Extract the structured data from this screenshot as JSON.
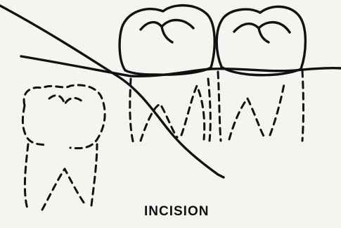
{
  "caption": "INCISION",
  "colors": {
    "ink": "#111111",
    "paper": "#f4f4f1"
  },
  "figure": {
    "elements": [
      "erupted-molar-left",
      "erupted-molar-right",
      "impacted-tooth",
      "gum-line",
      "incision-line"
    ]
  }
}
